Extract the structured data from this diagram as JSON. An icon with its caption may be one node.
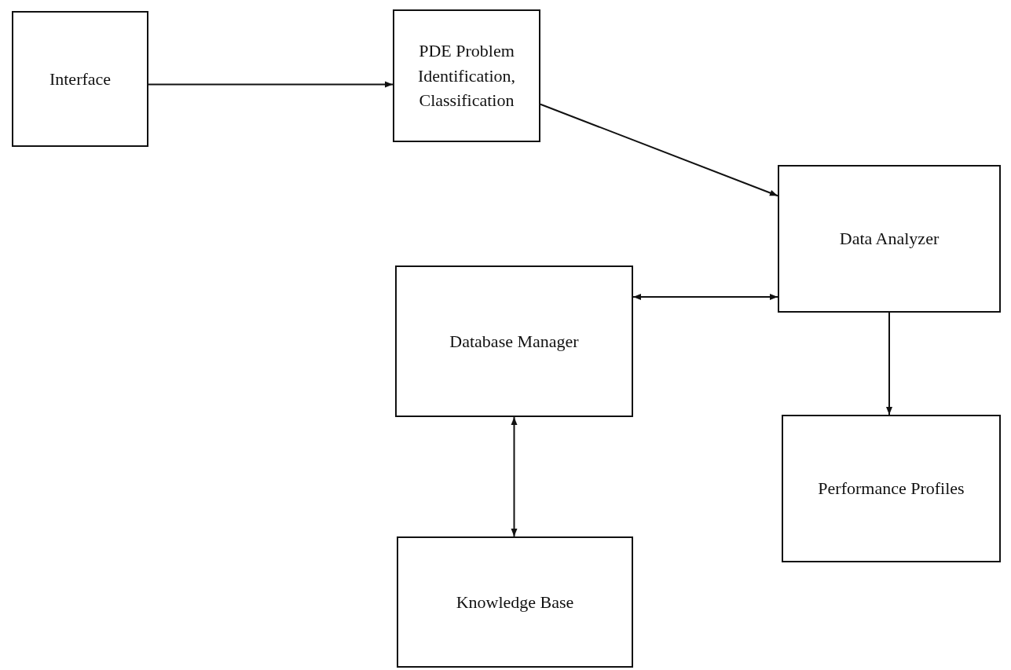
{
  "diagram": {
    "nodes": [
      {
        "text": [
          "Interface"
        ]
      },
      {
        "text": [
          "PDE Problem Identification, Classification"
        ]
      },
      {
        "text": [
          "Data Analyzer"
        ]
      },
      {
        "text": [
          "Database Manager"
        ]
      },
      {
        "text": [
          "Performance Profiles"
        ]
      },
      {
        "text": [
          "Knowledge Base"
        ]
      }
    ],
    "edges": [
      {
        "from": 0,
        "to": 1,
        "arrow": "to"
      },
      {
        "from": 1,
        "to": 2,
        "arrow": "to"
      },
      {
        "from": 2,
        "to": 3,
        "arrow": "both"
      },
      {
        "from": 2,
        "to": 4,
        "arrow": "to"
      },
      {
        "from": 3,
        "to": 5,
        "arrow": "both"
      }
    ]
  }
}
